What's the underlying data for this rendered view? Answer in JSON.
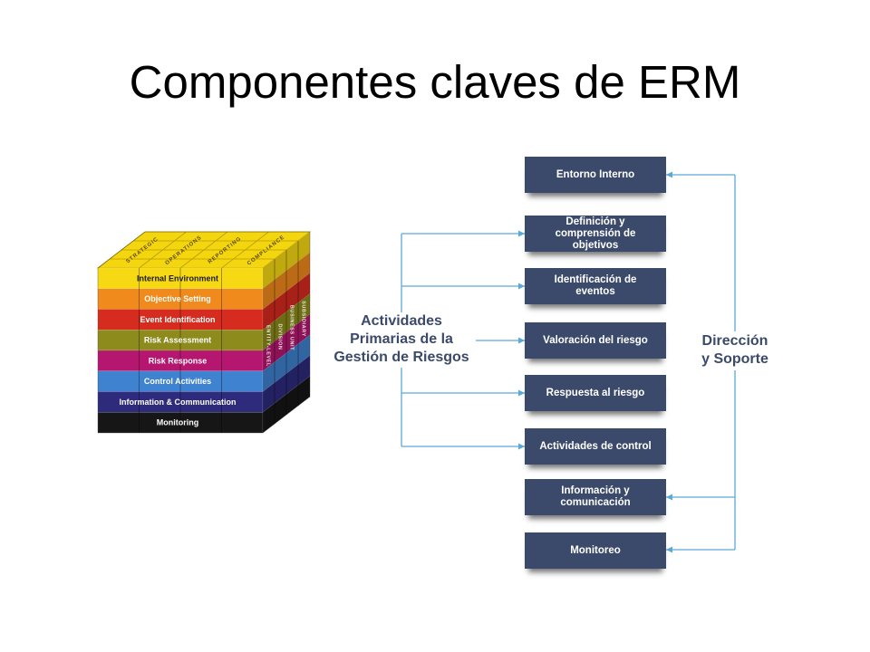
{
  "slide": {
    "title": "Componentes claves de ERM"
  },
  "cube": {
    "top_color": "#f4d60f",
    "rows": [
      {
        "label": "Internal Environment",
        "color": "#f6d913",
        "text_color": "#1b1b1b"
      },
      {
        "label": "Objective Setting",
        "color": "#f08a1d",
        "text_color": "#ffffff"
      },
      {
        "label": "Event Identification",
        "color": "#d62b1f",
        "text_color": "#ffffff"
      },
      {
        "label": "Risk Assessment",
        "color": "#8c8b1c",
        "text_color": "#ffffff"
      },
      {
        "label": "Risk Response",
        "color": "#b5166f",
        "text_color": "#ffffff"
      },
      {
        "label": "Control Activities",
        "color": "#3f82cf",
        "text_color": "#ffffff"
      },
      {
        "label": "Information & Communication",
        "color": "#2e2b7d",
        "text_color": "#ffffff"
      },
      {
        "label": "Monitoring",
        "color": "#161616",
        "text_color": "#ffffff"
      }
    ],
    "top_labels": [
      "STRATEGIC",
      "OPERATIONS",
      "REPORTING",
      "COMPLIANCE"
    ],
    "side_labels": [
      "ENTITY-LEVEL",
      "DIVISION",
      "BUSINESS UNIT",
      "SUBSIDIARY"
    ]
  },
  "diagram": {
    "box_color": "#3b4a6b",
    "box_text_color": "#ffffff",
    "connector_color": "#5ba9d7",
    "label_color": "#3b4a6b",
    "steps": [
      {
        "label": "Entorno Interno"
      },
      {
        "label": "Definición y\ncomprensión de\nobjetivos"
      },
      {
        "label": "Identificación de\neventos"
      },
      {
        "label": "Valoración del riesgo"
      },
      {
        "label": "Respuesta al riesgo"
      },
      {
        "label": "Actividades de control"
      },
      {
        "label": "Información y\ncomunicación"
      },
      {
        "label": "Monitoreo"
      }
    ],
    "primary_label": "Actividades\nPrimarias de la\nGestión de Riesgos",
    "support_label": "Dirección\ny Soporte"
  }
}
